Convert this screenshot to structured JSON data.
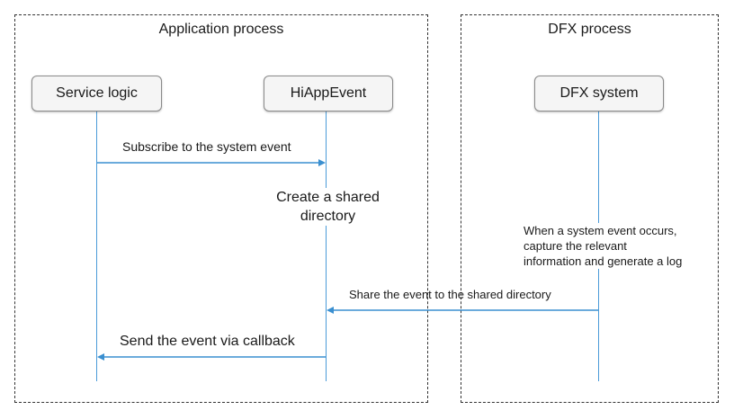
{
  "regions": {
    "app_title": "Application process",
    "dfx_title": "DFX process"
  },
  "actors": {
    "service_logic": "Service logic",
    "hiappevent": "HiAppEvent",
    "dfx_system": "DFX system"
  },
  "messages": {
    "subscribe": "Subscribe to the system event",
    "share": "Share the event to the shared directory",
    "callback": "Send the event via callback"
  },
  "notes": {
    "create_line1": "Create a shared",
    "create_line2": "directory",
    "capture_line1": "When a system event occurs,",
    "capture_line2": "capture the relevant",
    "capture_line3": "information and generate a log"
  },
  "colors": {
    "lifeline": "#4a9bd8",
    "arrow": "#3a8fd0",
    "border": "#333333"
  }
}
